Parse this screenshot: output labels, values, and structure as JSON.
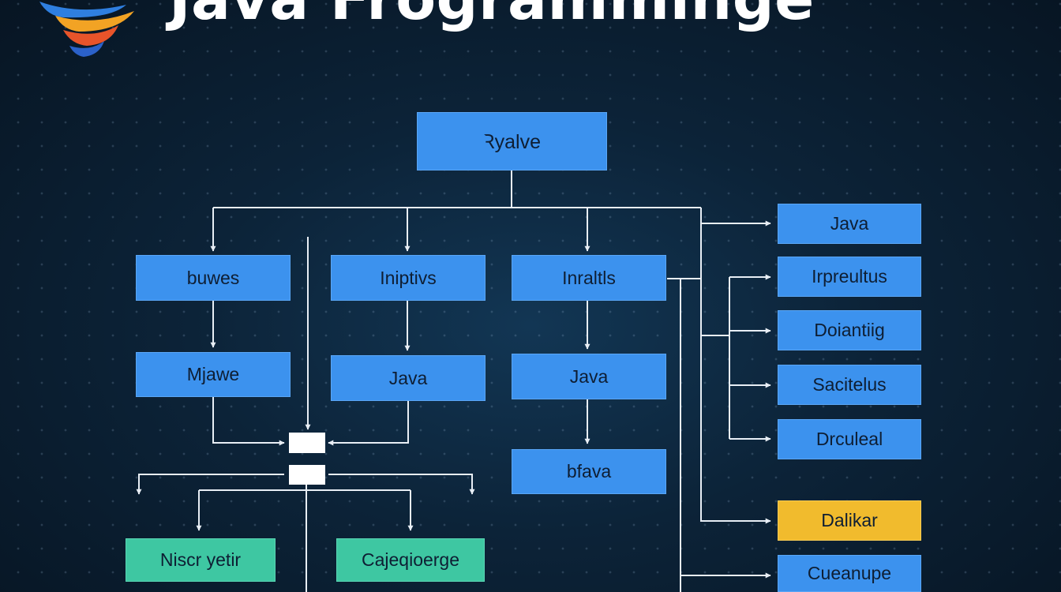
{
  "title": "Java Frogramminge",
  "colors": {
    "background": "#0c2338",
    "box_blue": "#3c92ee",
    "box_yellow": "#f1bb2d",
    "box_green": "#3ec7a2",
    "connector": "#e8eef5"
  },
  "icons": {
    "logo": "swirl-logo-icon"
  },
  "nodes": {
    "root": "Ꝛyalve",
    "col1": [
      "buwes",
      "Mjawe"
    ],
    "col2": [
      "Iniptivs",
      "Java"
    ],
    "col3": [
      "Inraltls",
      "Java",
      "bfava"
    ],
    "right": [
      "Java",
      "Irpreultus",
      "Doiantiig",
      "Sacitelus",
      "Drculeal",
      "Dalikar",
      "Cueanupe"
    ],
    "bottom": [
      "Niscr yetir",
      "Cajeqioerge"
    ]
  }
}
